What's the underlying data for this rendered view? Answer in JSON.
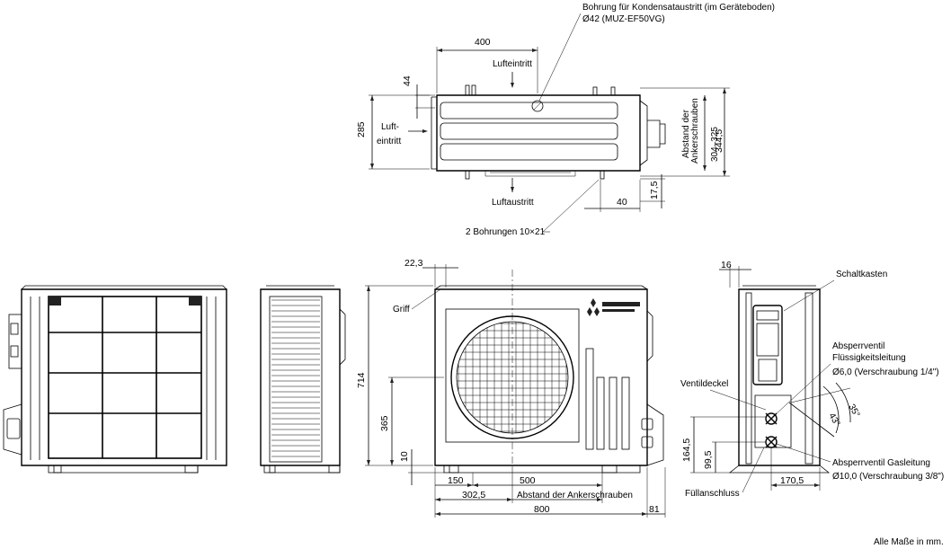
{
  "drawing": {
    "top_view": {
      "dim_400": "400",
      "dim_44": "44",
      "dim_285": "285",
      "dim_3445": "344,5",
      "dim_175": "17,5",
      "dim_40": "40",
      "anchor_distance_line1": "Abstand der",
      "anchor_distance_line2": "Ankerschrauben",
      "anchor_distance_line3": "304–325",
      "label_lufteintritt_top": "Lufteintritt",
      "label_luft": "Luft-",
      "label_eintritt": "eintritt",
      "label_luftaustritt": "Luftaustritt",
      "bore_line1": "Bohrung für Kondensataustritt (im Geräteboden)",
      "bore_line2": "Ø42 (MUZ-EF50VG)",
      "holes": "2 Bohrungen 10×21"
    },
    "front_view": {
      "dim_223": "22,3",
      "label_griff": "Griff",
      "dim_714": "714",
      "dim_365": "365",
      "dim_10": "10",
      "dim_150": "150",
      "dim_500": "500",
      "dim_3025": "302,5",
      "anchor_label": "Abstand der Ankerschrauben",
      "dim_800": "800",
      "dim_81": "81"
    },
    "side_view": {
      "dim_16": "16",
      "label_schaltkasten": "Schaltkasten",
      "valve_liquid_line1": "Absperrventil",
      "valve_liquid_line2": "Flüssigkeitsleitung",
      "valve_liquid_line3": "Ø6,0 (Verschraubung 1/4\")",
      "label_ventildeckel": "Ventildeckel",
      "angle_35": "35°",
      "angle_43": "43°",
      "dim_1645": "164,5",
      "dim_995": "99,5",
      "valve_gas_line1": "Absperrventil Gasleitung",
      "valve_gas_line2": "Ø10,0 (Verschraubung 3/8\")",
      "dim_1705": "170,5",
      "label_fuellanschluss": "Füllanschluss"
    },
    "footer_note": "Alle Maße in mm."
  }
}
